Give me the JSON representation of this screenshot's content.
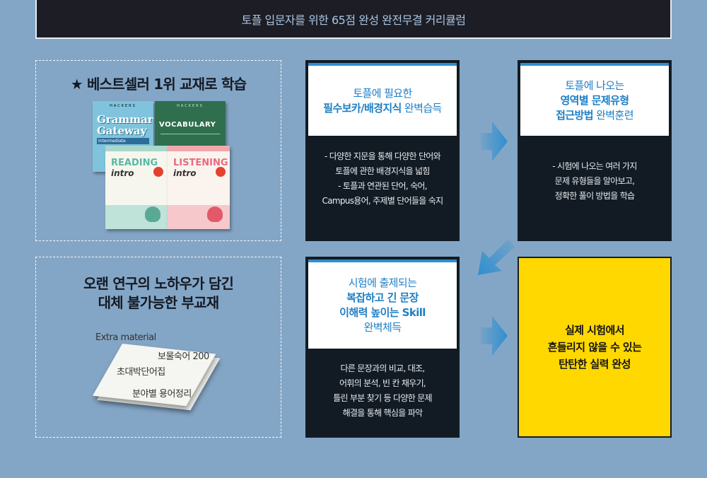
{
  "header": {
    "title": "토플 입문자를 위한 65점 완성 완전무결 커리큘럼"
  },
  "bestseller": {
    "title": "★ 베스트셀러 1위 교재로 학습",
    "books": [
      {
        "title_line1": "Grammar",
        "title_line2": "Gateway",
        "subtitle": "Intermediate"
      },
      {
        "title": "VOCABULARY"
      },
      {
        "title": "READING",
        "subtitle": "intro"
      },
      {
        "title": "LISTENING",
        "subtitle": "intro"
      }
    ],
    "brand": "HACKERS"
  },
  "materials": {
    "title_line1": "오랜 연구의 노하우가 담긴",
    "title_line2": "대체 불가능한 부교재",
    "items": [
      "Extra material",
      "보물숙어 200",
      "초대박단어집",
      "분야별 용어정리"
    ]
  },
  "steps": {
    "step1": {
      "title_line1": "토플에 필요한",
      "title_bold": "필수보카/배경지식",
      "title_rest": " 완벽습득",
      "desc": [
        "- 다양한 지문을 통해 다양한 단어와",
        "토플에 관한 배경지식을 넓힘",
        "- 토플과 연관된 단어, 숙어,",
        "Campus용어, 주제별 단어들을 숙지"
      ]
    },
    "step2": {
      "title_line1": "토플에 나오는",
      "title_bold": "영역별 문제유형",
      "title_line3_bold": "접근방법",
      "title_line3_rest": " 완벽훈련",
      "desc": [
        "- 시험에 나오는 여러 가지",
        "문제 유형들을 알아보고,",
        "정확한 풀이 방법을 학습"
      ]
    },
    "step3": {
      "title_line1": "시험에 출제되는",
      "title_line2": "복잡하고 긴 문장",
      "title_line3": "이해력 높이는 Skill",
      "title_line4": "완벽체득",
      "desc": [
        "다른 문장과의 비교, 대조,",
        "어휘의 분석,  빈 칸 채우기,",
        "틀린 부분 찾기 등 다양한 문제",
        "해결을 통해 핵심을 파악"
      ]
    },
    "step4": {
      "lines": [
        "실제 시험에서",
        "흔들리지 않을 수 있는",
        "탄탄한 실력 완성"
      ]
    }
  },
  "colors": {
    "background": "#84a6c6",
    "header_bg": "#1c1d25",
    "accent_blue": "#2e8fd1",
    "dark_card": "#121b24",
    "highlight_yellow": "#ffd800"
  }
}
